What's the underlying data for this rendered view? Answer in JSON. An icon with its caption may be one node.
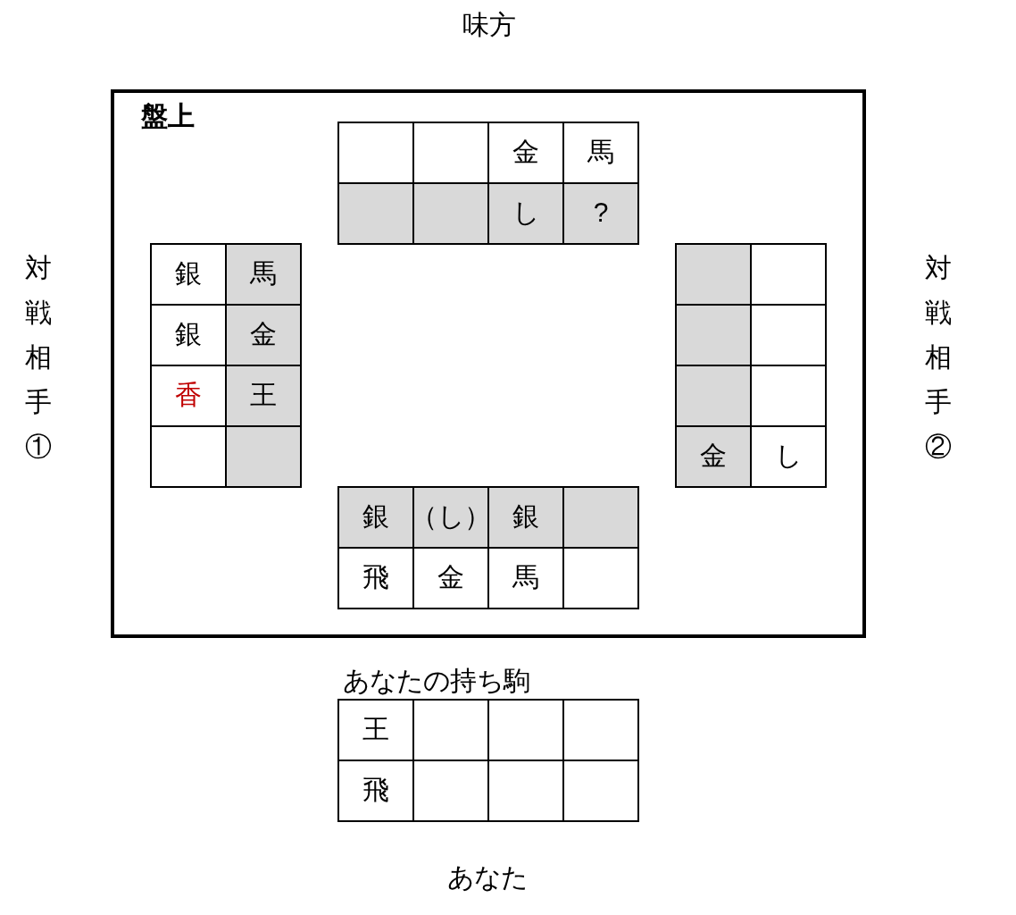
{
  "diagram": {
    "nodes": [
      {
        "text": [
          "盤上"
        ]
      },
      {
        "text": [],
        "shape": "box",
        "in": 0
      },
      {
        "text": [],
        "shape": "box",
        "in": 0
      },
      {
        "text": [
          "金"
        ],
        "in": 0
      },
      {
        "text": [
          "馬"
        ],
        "in": 0
      },
      {
        "text": [],
        "shape": "box",
        "in": 0
      },
      {
        "text": [],
        "shape": "box",
        "in": 0
      },
      {
        "text": [
          "し"
        ],
        "in": 0
      },
      {
        "text": [
          "?"
        ],
        "in": 0
      },
      {
        "text": [
          "銀"
        ],
        "in": 0
      },
      {
        "text": [
          "馬"
        ],
        "in": 0
      },
      {
        "text": [
          "銀"
        ],
        "in": 0
      },
      {
        "text": [
          "金"
        ],
        "in": 0
      },
      {
        "text": [
          "香"
        ],
        "in": 0
      },
      {
        "text": [
          "王"
        ],
        "in": 0
      },
      {
        "text": [],
        "shape": "box",
        "in": 0
      },
      {
        "text": [],
        "shape": "box",
        "in": 0
      },
      {
        "text": [],
        "shape": "box",
        "in": 0
      },
      {
        "text": [],
        "shape": "box",
        "in": 0
      },
      {
        "text": [],
        "shape": "box",
        "in": 0
      },
      {
        "text": [],
        "shape": "box",
        "in": 0
      },
      {
        "text": [],
        "shape": "box",
        "in": 0
      },
      {
        "text": [],
        "shape": "box",
        "in": 0
      },
      {
        "text": [
          "金"
        ],
        "in": 0
      },
      {
        "text": [
          "し"
        ],
        "in": 0
      },
      {
        "text": [
          "銀"
        ],
        "in": 0
      },
      {
        "text": [
          "（し）"
        ],
        "in": 0
      },
      {
        "text": [
          "銀"
        ],
        "in": 0
      },
      {
        "text": [],
        "shape": "box",
        "in": 0
      },
      {
        "text": [
          "飛"
        ],
        "in": 0
      },
      {
        "text": [
          "金"
        ],
        "in": 0
      },
      {
        "text": [
          "馬"
        ],
        "in": 0
      },
      {
        "text": [],
        "shape": "box",
        "in": 0
      },
      {
        "text": [
          "王"
        ]
      },
      {
        "text": [],
        "shape": "box"
      },
      {
        "text": [],
        "shape": "box"
      },
      {
        "text": [],
        "shape": "box"
      },
      {
        "text": [
          "飛"
        ]
      },
      {
        "text": [],
        "shape": "box"
      },
      {
        "text": [],
        "shape": "box"
      },
      {
        "text": [],
        "shape": "box"
      }
    ],
    "labels": [
      "味方",
      "対戦相手①",
      "対戦相手②",
      "あなたの持ち駒",
      "あなた"
    ]
  }
}
